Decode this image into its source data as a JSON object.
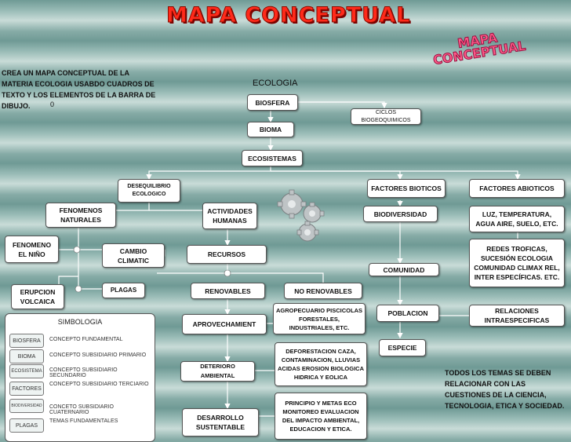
{
  "title": "MAPA CONCEPTUAL",
  "title_small": "MAPA CONCEPTUAL",
  "instruction": "CREA UN MAPA CONCEPTUAL DE LA MATERIA ECOLOGIA USABDO CUADROS DE TEXTO Y LOS ELEMENTOS DE LA BARRA DE DIBUJO.",
  "instruction_zero": "0",
  "root_label": "ECOLOGIA",
  "nodes": {
    "biosfera": "BIOSFERA",
    "ciclos": "CICLOS BIOGEOQUIMICOS",
    "bioma": "BIOMA",
    "ecosistemas": "ECOSISTEMAS",
    "desequilibrio": "DESEQUILIBRIO ECOLOGICO",
    "factores_bioticos": "FACTORES BIOTICOS",
    "factores_abioticos": "FACTORES ABIOTICOS",
    "fenomenos_naturales": "FENOMENOS NATURALES",
    "actividades_humanas": "ACTIVIDADES HUMANAS",
    "biodiversidad": "BIODIVERSIDAD",
    "luz": "LUZ, TEMPERATURA, AGUA AIRE, SUELO, ETC.",
    "fenomeno_nino": "FENOMENO EL NIÑO",
    "cambio_climatico": "CAMBIO CLIMATIC",
    "recursos": "RECURSOS",
    "redes_troficas": "REDES TROFICAS, SUCESIÓN ECOLOGIA COMUNIDAD CLIMAX REL, INTER ESPECÍFICAS. ETC.",
    "comunidad": "COMUNIDAD",
    "erupcion": "ERUPCION VOLCAICA",
    "plagas": "PLAGAS",
    "renovables": "RENOVABLES",
    "no_renovables": "NO RENOVABLES",
    "poblacion": "POBLACION",
    "relaciones": "RELACIONES INTRAESPECIFICAS",
    "aprovechamiento": "APROVECHAMIENT",
    "agropecuario": "AGROPECUARIO PISCICOLAS FORESTALES, INDUSTRIALES, ETC.",
    "especie": "ESPECIE",
    "deterioro": "DETERIORO AMBIENTAL",
    "deforestacion": "DEFORESTACION CAZA, CONTAMINACION, LLUVIAS ACIDAS EROSION BIOLOGICA HIDRICA Y EOLICA",
    "desarrollo": "DESARROLLO SUSTENTABLE",
    "principio": "PRINCIPIO Y METAS ECO MONITOREO EVALUACION DEL IMPACTO AMBIENTAL, EDUCACION Y ETICA."
  },
  "note": "TODOS LOS TEMAS SE DEBEN RELACIONAR CON LAS CUESTIONES DE LA CIENCIA, TECNOLOGIA, ETICA Y SOCIEDAD.",
  "legend": {
    "title": "SIMBOLOGIA",
    "items": [
      {
        "chip": "BIOSFERA",
        "desc": "CONCEPTO FUNDAMENTAL"
      },
      {
        "chip": "BIOMA",
        "desc": "CONCEPTO SUBSIDIARIO PRIMARIO"
      },
      {
        "chip": "ECOSISTEMA",
        "desc": "CONCEPTO SUBSIDIARIO SECUNDARIO"
      },
      {
        "chip": "FACTORES",
        "desc": "CONCEPTO SUBSIDIARIO TERCIARIO"
      },
      {
        "chip": "BIODIVERSIDAD",
        "desc": "CONCETO SUBSIDIARIO CUATERNARIO"
      },
      {
        "chip": "PLAGAS",
        "desc": "TEMAS FUNDAMENTALES"
      }
    ]
  },
  "colors": {
    "title": "#ff2a1a",
    "title_small": "#ff5c8a",
    "connector": "#ffffff"
  },
  "decoration": "gears-icon"
}
